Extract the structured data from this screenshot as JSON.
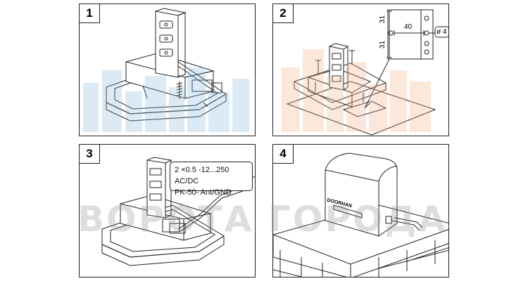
{
  "panels": {
    "p1": {
      "number": "1"
    },
    "p2": {
      "number": "2"
    },
    "p3": {
      "number": "3"
    },
    "p4": {
      "number": "4"
    }
  },
  "dimensions": {
    "d1": "31",
    "d2": "40",
    "d3": "31",
    "hole": "ø 4"
  },
  "callout": {
    "line1": "2 ×0.5 -12...250 AC/DC",
    "line2": "PK-50- Ant/GND"
  },
  "motor_brand": "DOORHAN",
  "watermark": {
    "text": "ВОРОТА ГОРОДА"
  },
  "colors": {
    "line": "#222222",
    "watermark_blue": "#7fb6dd",
    "watermark_orange": "#f2b48a"
  }
}
